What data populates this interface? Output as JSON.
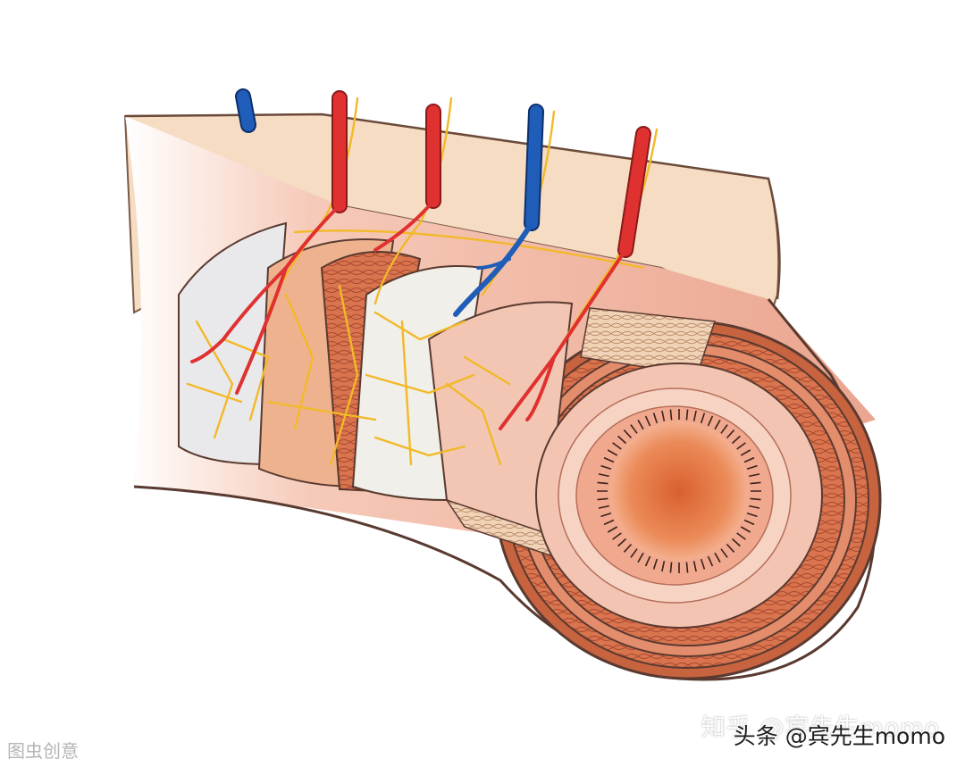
{
  "image": {
    "subject": "intestine-wall-cross-section-illustration",
    "colors": {
      "background": "#ffffff",
      "mesentery": "#f6dcc3",
      "outer_tube_shading": "#efb6a2",
      "serosa": "#cfcfcf",
      "muscle_outer": "#d9744f",
      "muscle_dark": "#b85a3c",
      "submucosa": "#f2c6b3",
      "mucosa": "#f0a88f",
      "lumen": "#e0703f",
      "artery": "#e03131",
      "vein": "#1f5db8",
      "nerve": "#f2b929",
      "outline": "#5a3a30"
    },
    "icons": {
      "artery": "artery-vessel",
      "vein": "vein-vessel",
      "nerve": "nerve-plexus"
    }
  },
  "watermarks": {
    "zhihu": "知乎 @宾先生momo",
    "toutiao": "头条 @宾先生momo",
    "corner": "图虫创意"
  }
}
